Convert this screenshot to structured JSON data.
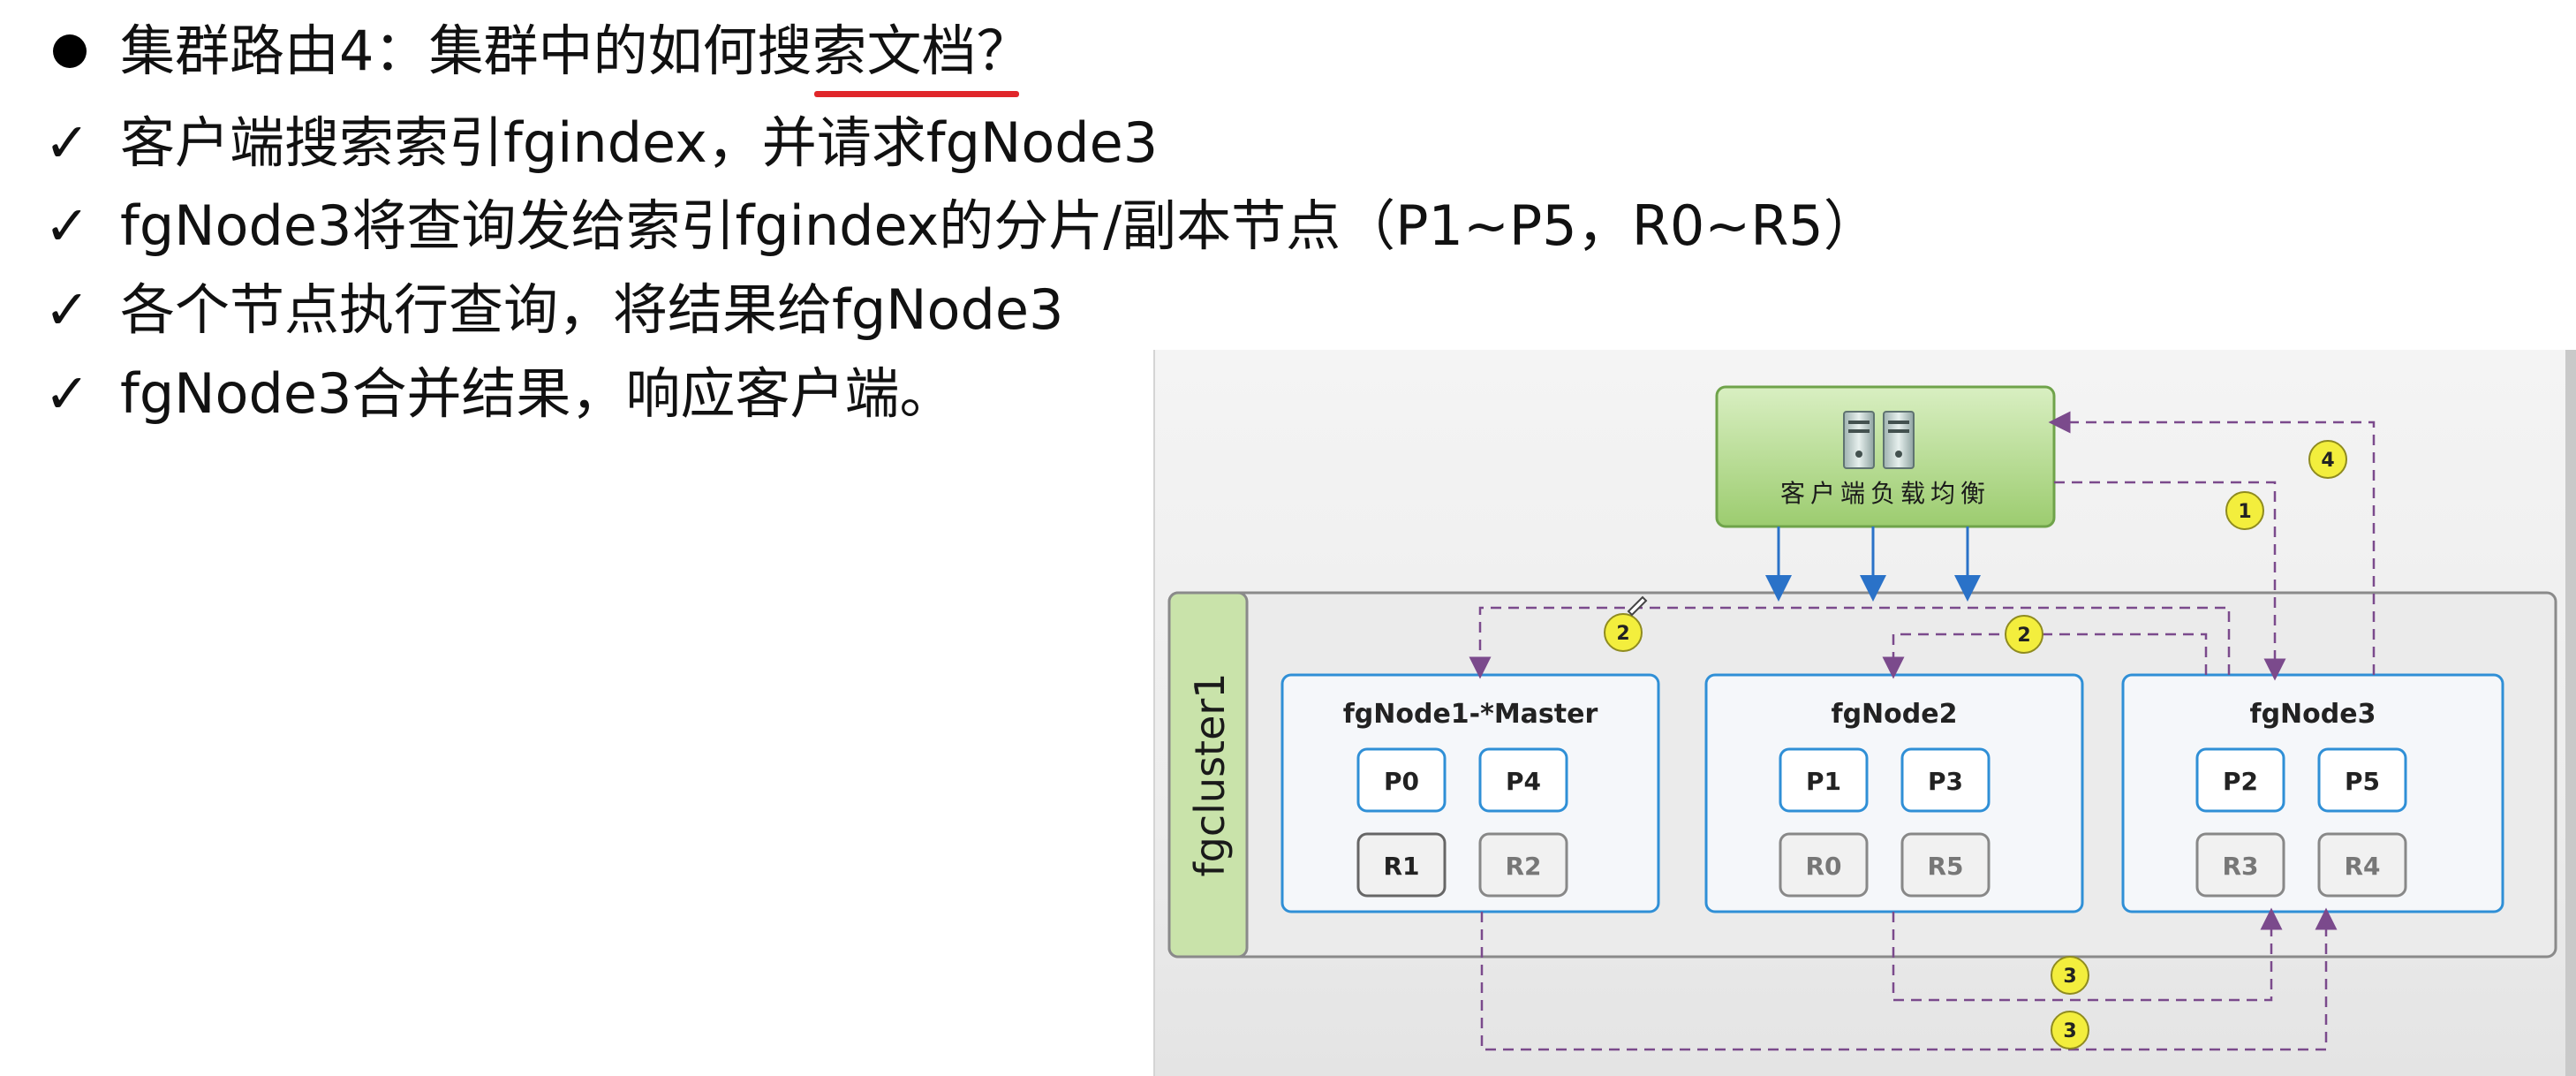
{
  "bullets": [
    {
      "mark": "dot",
      "text": "集群路由4：集群中的如何搜索文档？"
    },
    {
      "mark": "✓",
      "text": "客户端搜索索引fgindex，并请求fgNode3"
    },
    {
      "mark": "✓",
      "text": "fgNode3将查询发给索引fgindex的分片/副本节点（P1~P5，R0~R5）"
    },
    {
      "mark": "✓",
      "text": "各个节点执行查询，将结果给fgNode3"
    },
    {
      "mark": "✓",
      "text": "fgNode3合并结果，响应客户端。"
    }
  ],
  "diagram": {
    "load_balancer_label": "客户端负载均衡",
    "cluster_label": "fgcluster1",
    "nodes": [
      {
        "name": "fgNode1-*Master",
        "primaries": [
          "P0",
          "P4"
        ],
        "replicas": [
          "R1",
          "R2"
        ]
      },
      {
        "name": "fgNode2",
        "primaries": [
          "P1",
          "P3"
        ],
        "replicas": [
          "R0",
          "R5"
        ]
      },
      {
        "name": "fgNode3",
        "primaries": [
          "P2",
          "P5"
        ],
        "replicas": [
          "R3",
          "R4"
        ]
      }
    ],
    "steps": [
      "1",
      "2",
      "2",
      "3",
      "3",
      "4"
    ],
    "colors": {
      "lb_fill": "#a8d483",
      "lb_border": "#6fa34a",
      "cluster_fill": "#ececec",
      "cluster_label_bg": "#c9e3aa",
      "node_border": "#2f8fd6",
      "primary_border": "#2f8fd6",
      "replica_border": "#666666",
      "arrow_solid": "#2a72c8",
      "arrow_dashed": "#7b4a8c",
      "step_fill": "#f3ee3d"
    }
  }
}
